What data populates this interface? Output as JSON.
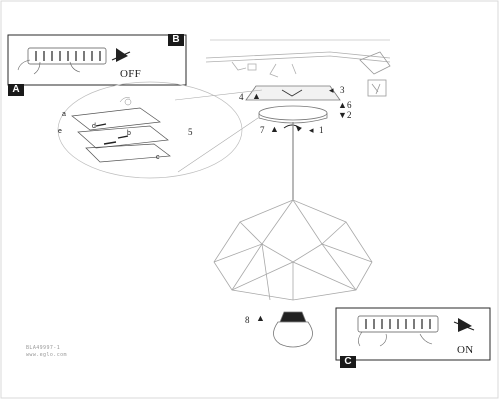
{
  "panels": {
    "a": {
      "tag": "A"
    },
    "b": {
      "tag": "B",
      "state": "OFF"
    },
    "c": {
      "tag": "C",
      "state": "ON"
    }
  },
  "steps": {
    "s1": "1",
    "s2": "2",
    "s3": "3",
    "s4": "4",
    "s5": "5",
    "s6": "6",
    "s7": "7",
    "s8": "8"
  },
  "parts": {
    "a": "a",
    "b": "b",
    "c": "c",
    "d": "d",
    "e": "e"
  },
  "footer": {
    "code": "BLA49997-1",
    "url": "www.eglo.com"
  },
  "colors": {
    "ink": "#1a1a1a",
    "line": "#b8b8b8",
    "panel_border": "#2a2a2a"
  }
}
